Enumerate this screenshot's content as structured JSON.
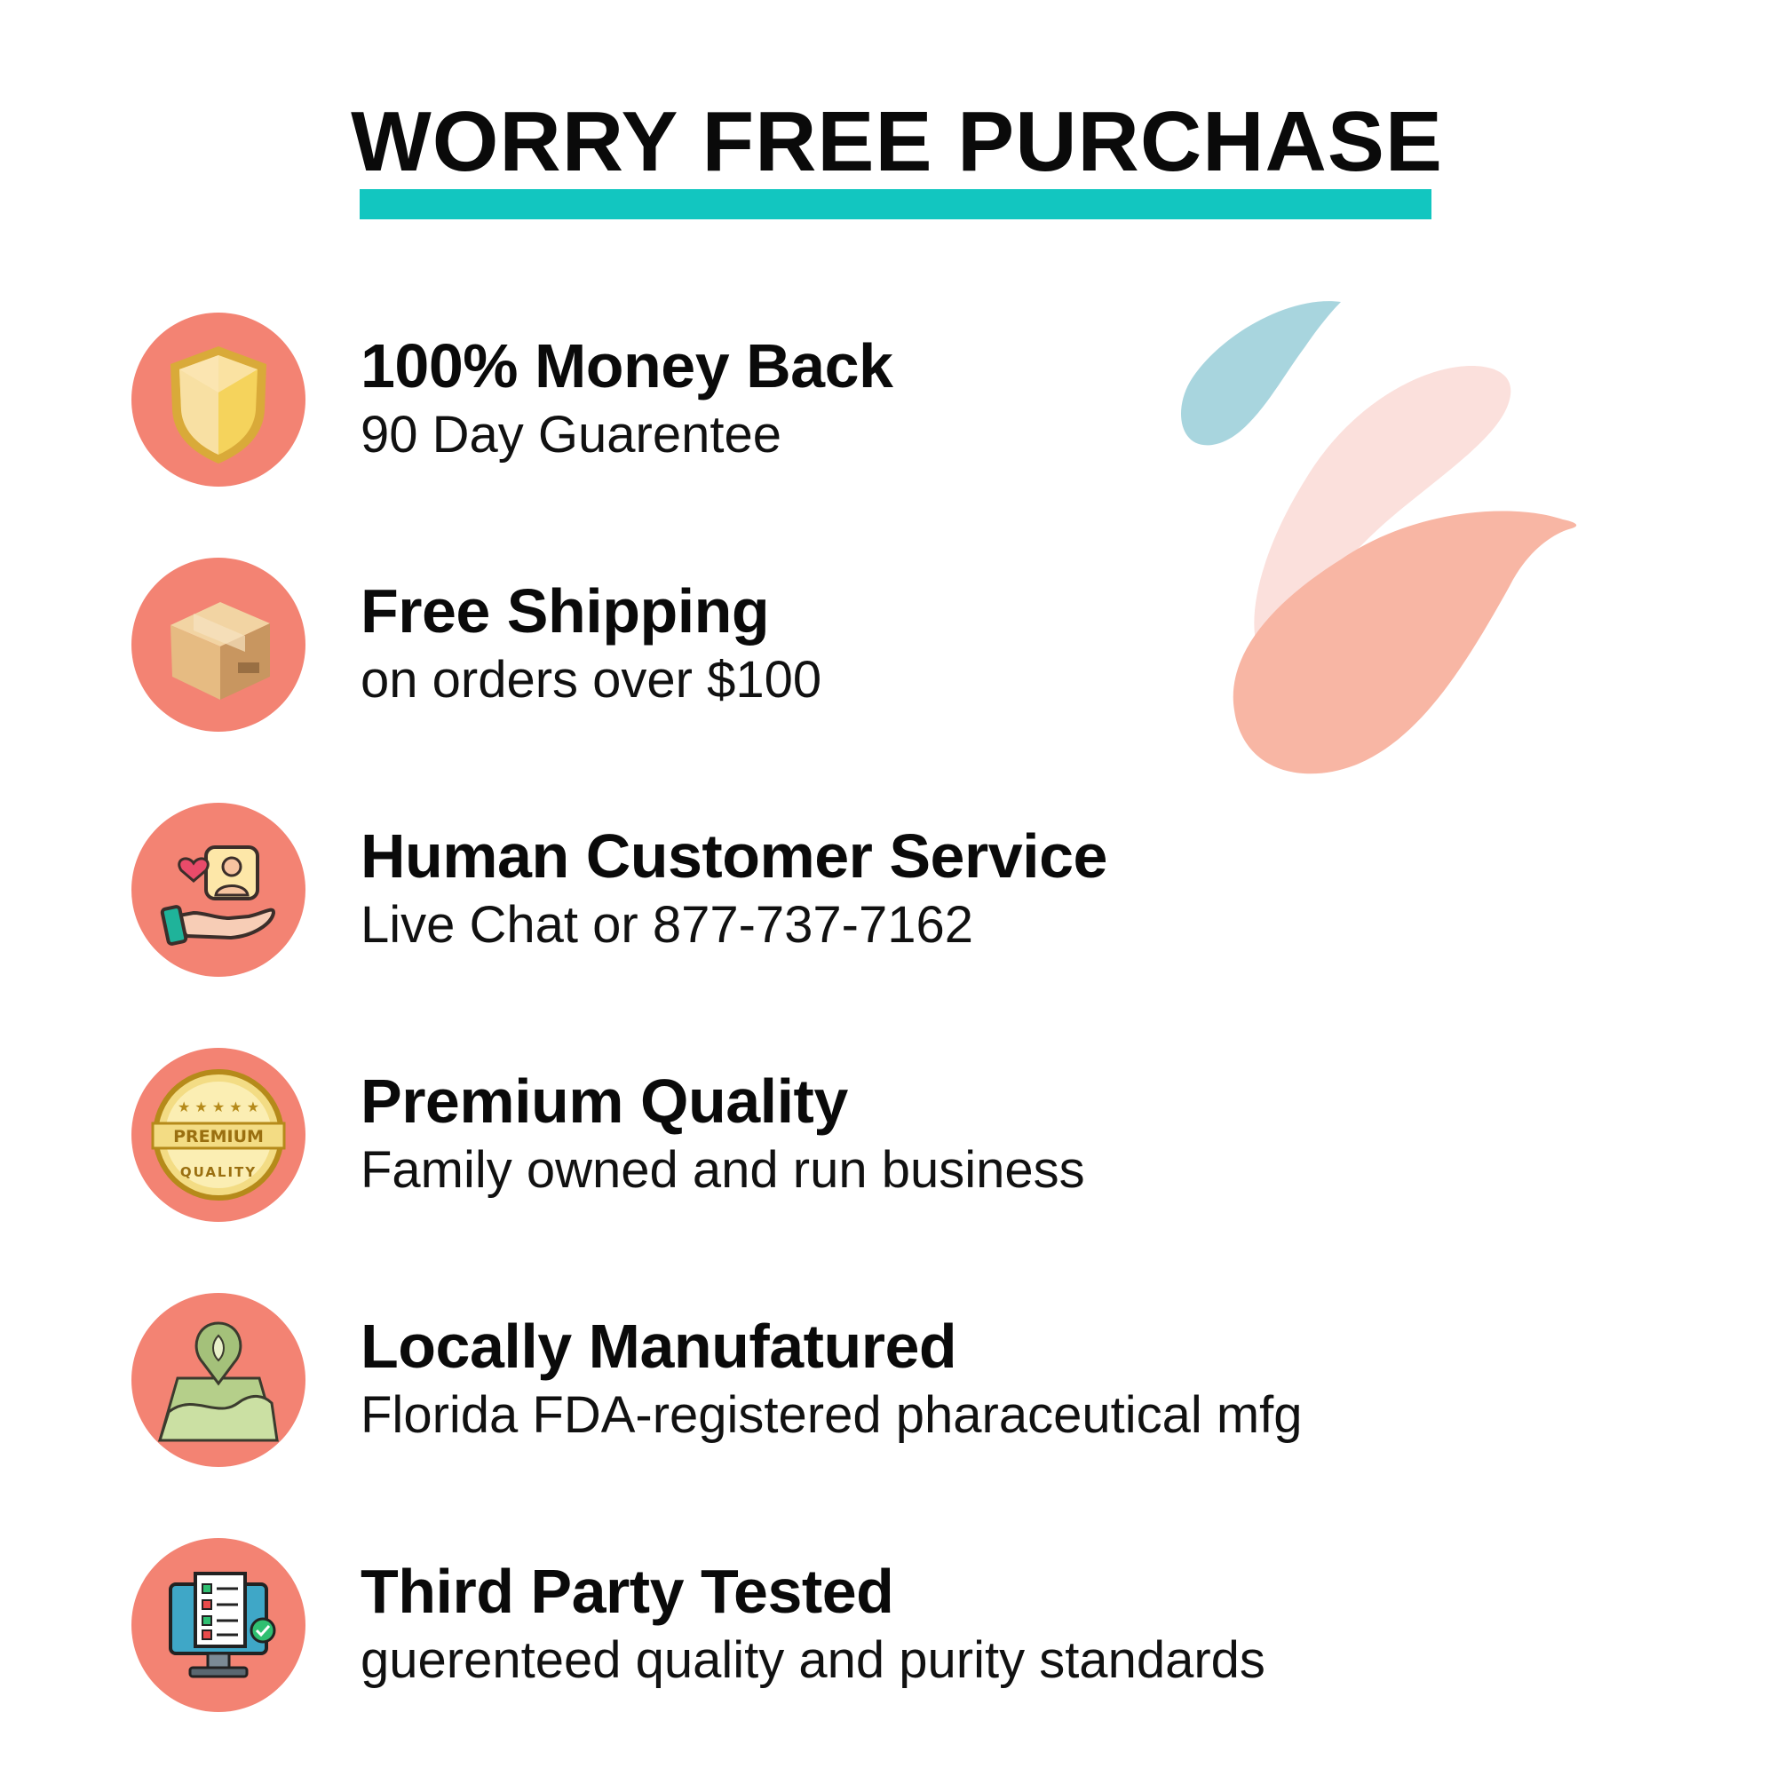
{
  "header": {
    "title": "WORRY FREE PURCHASE",
    "underline_color": "#12c6c0"
  },
  "theme": {
    "circle_color": "#f38373",
    "splash_colors": [
      "#a8d5de",
      "#fbe0dc",
      "#f8b6a4"
    ]
  },
  "features": [
    {
      "title": "100% Money Back",
      "subtitle": "90 Day Guarentee",
      "icon": "shield-icon"
    },
    {
      "title": "Free Shipping",
      "subtitle": "on orders over $100",
      "icon": "shipping-box-icon"
    },
    {
      "title": "Human Customer Service",
      "subtitle": "Live Chat or 877-737-7162",
      "icon": "customer-service-hand-icon"
    },
    {
      "title": "Premium Quality",
      "subtitle": "Family owned and run business",
      "icon": "premium-quality-badge-icon"
    },
    {
      "title": "Locally Manufatured",
      "subtitle": "Florida FDA-registered pharaceutical mfg",
      "icon": "location-map-icon"
    },
    {
      "title": "Third Party Tested",
      "subtitle": "guerenteed quality and purity standards",
      "icon": "tested-checklist-monitor-icon"
    }
  ],
  "badge": {
    "top_text": "PREMIUM",
    "bottom_text": "QUALITY"
  }
}
